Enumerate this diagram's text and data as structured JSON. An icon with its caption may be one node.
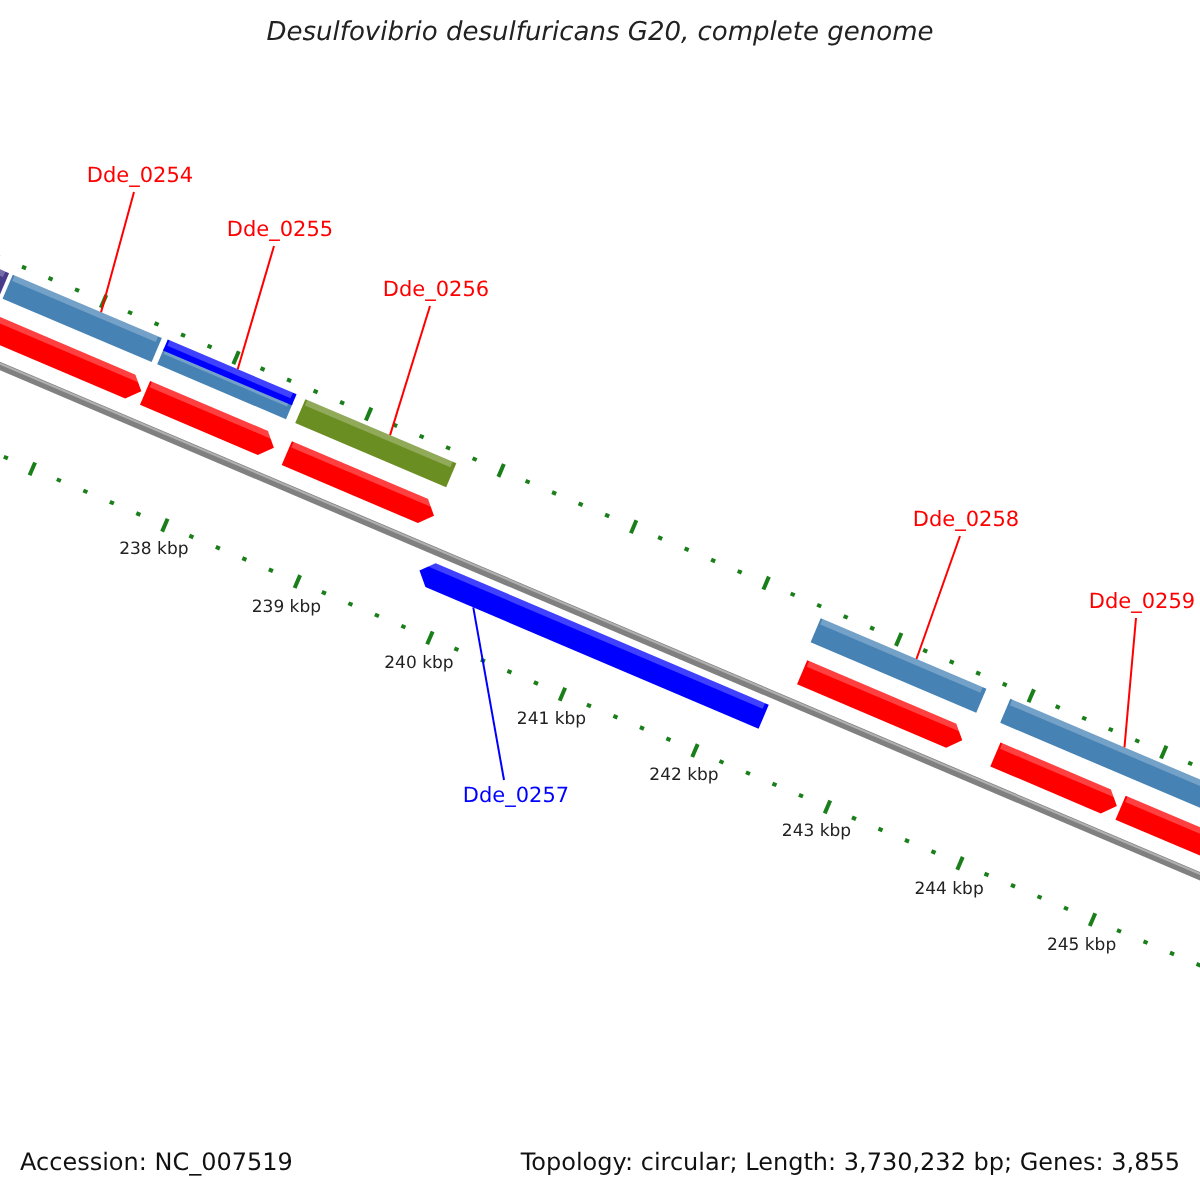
{
  "diagram": {
    "title": "Desulfovibrio desulfuricans G20, complete genome",
    "nodes": [
      {
        "text": [
          "Dde_0254"
        ]
      },
      {
        "text": [
          "Dde_0255"
        ]
      },
      {
        "text": [
          "Dde_0256"
        ]
      },
      {
        "text": [
          "Dde_0257"
        ]
      },
      {
        "text": [
          "Dde_0258"
        ]
      },
      {
        "text": [
          "Dde_0259"
        ]
      },
      {
        "text": [],
        "shape": "bar"
      },
      {
        "text": [],
        "shape": "bar"
      },
      {
        "text": [],
        "shape": "bar"
      },
      {
        "text": [],
        "shape": "bar"
      },
      {
        "text": [],
        "shape": "bar"
      },
      {
        "text": [],
        "shape": "bar"
      }
    ],
    "edges": [
      {
        "from": 0,
        "to": 6,
        "arrow": "none"
      },
      {
        "from": 1,
        "to": 7,
        "arrow": "none"
      },
      {
        "from": 2,
        "to": 8,
        "arrow": "none"
      },
      {
        "from": 3,
        "to": 9,
        "arrow": "none",
        "color": "#0000ff"
      },
      {
        "from": 4,
        "to": 10,
        "arrow": "none"
      },
      {
        "from": 5,
        "to": 11,
        "arrow": "none"
      }
    ],
    "labels": [
      "238 kbp",
      "239 kbp",
      "240 kbp",
      "241 kbp",
      "242 kbp",
      "243 kbp",
      "244 kbp",
      "245 kbp",
      "Accession: NC_007519",
      "Topology: circular; Length: 3,730,232 bp; Genes: 3,855"
    ]
  }
}
